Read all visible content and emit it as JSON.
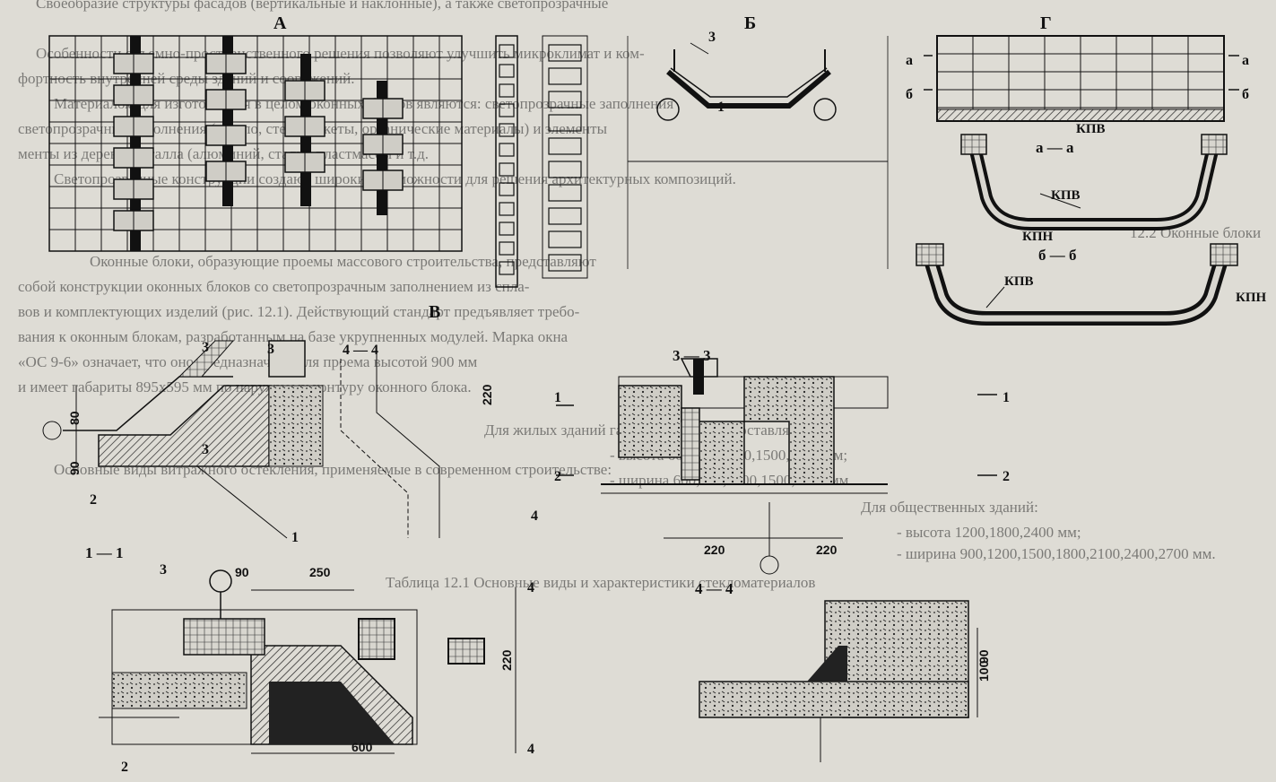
{
  "panels": {
    "a": "А",
    "b": "Б",
    "v": "В",
    "g": "Г"
  },
  "sections": {
    "s11": "1 — 1",
    "s33": "3 — 3",
    "s44": "4 — 4",
    "saa": "а — а",
    "sbb": "б — б",
    "s44_top": "4 — 4"
  },
  "callouts": {
    "n1": "1",
    "n2": "2",
    "n3": "3",
    "n4": "4",
    "kpv": "КПВ",
    "kpn": "КПН",
    "a": "а",
    "b": "б"
  },
  "dimensions": {
    "d90": "90",
    "d80": "80",
    "d220": "220",
    "d250": "250",
    "d600": "600",
    "d100": "100"
  },
  "background_text": [
    "Своеобразие структуры фасадов (вертикальные и наклонные), а также светопрозрачные",
    "Особенности объемно-пространственного решения позволяют улучшить микроклимат и ком-",
    "фортность внутренней среды зданий и сооружений.",
    "Материалом для изготовления в целом оконных блоков являются: светопрозрачные заполнения",
    "светопрозрачные заполнения (стекло, стеклопакеты, органические материалы) и элементы",
    "менты из дерева, металла (алюминий, сталь), пластмассы и т.д.",
    "Светопрозрачные конструкции создают широкие возможности для решения архитектурных композиций.",
    "12.2 Оконные блоки",
    "Оконные блоки, образующие проемы массового строительства, представляют",
    "собой конструкции оконных блоков со светопрозрачным заполнением из спла-",
    "вов и комплектующих изделий (рис. 12.1). Действующий стандарт предъявляет требо-",
    "вания к оконным блокам, разработанным на базе укрупненных модулей. Марка окна",
    "«ОС 9-6» означает, что оно предназначено для проема высотой 900 мм",
    "и имеет габариты 895х595 мм по наружному контуру оконного блока.",
    "Для жилых зданий габариты проемов составляют:",
    "- высота 600,900,1200,1500,1800 мм;",
    "- ширина 600,900,1200,1500,1800 мм.",
    "Для общественных зданий:",
    "- высота 1200,1800,2400 мм;",
    "- ширина 900,1200,1500,1800,2100,2400,2700 мм.",
    "Основные виды витражного остекления, применяемые в современном строительстве:",
    "Таблица 12.1 Основные виды и характеристики стекломатериалов"
  ]
}
